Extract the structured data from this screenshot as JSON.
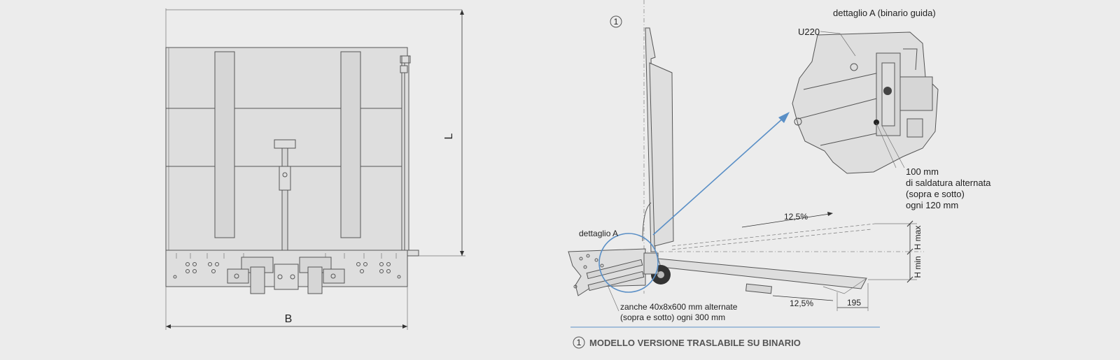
{
  "left_view": {
    "dim_width": "B",
    "dim_length": "L"
  },
  "right_view": {
    "marker": "1",
    "detail_ref": "dettaglio A",
    "detail_title": "dettaglio A (binario guida)",
    "profile": "U220",
    "weld_note": [
      "100 mm",
      "di saldatura alternata",
      "(sopra e sotto)",
      "ogni 120 mm"
    ],
    "slope_top": "12,5%",
    "slope_bottom": "12,5%",
    "h_max": "H max",
    "h_min": "H min",
    "dim_195": "195",
    "anchor_note": [
      "zanche 40x8x600 mm alternate",
      "(sopra e sotto) ogni 300 mm"
    ]
  },
  "caption": {
    "number": "1",
    "text": "MODELLO VERSIONE TRASLABILE SU BINARIO"
  },
  "colors": {
    "background": "#ececec",
    "line": "#555555",
    "accent_blue": "#5a8fc6"
  }
}
